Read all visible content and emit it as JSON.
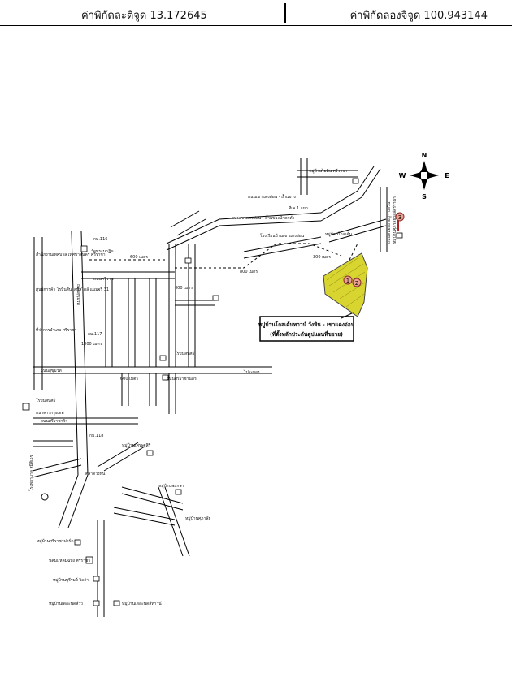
{
  "header": {
    "lat_label": "ค่าพิกัดละติจูด 13.172645",
    "lon_label": "ค่าพิกัดลองจิจูด 100.943144"
  },
  "compass": {
    "n": "N",
    "s": "S",
    "e": "E",
    "w": "W"
  },
  "project_box": {
    "line1": "หมู่บ้านโกลเด้นทาวน์ วังหิน - เขาแดงอ่อน",
    "line2": "(ที่ตั้งหลักประกันดูปแผนที่ขยาย)"
  },
  "markers": {
    "m1": "1",
    "m2": "2",
    "m3": "3"
  },
  "labels": {
    "km116": "กม.116",
    "km117": "กม.117",
    "km118": "กม.118",
    "dist_600_top": "600 เมตร",
    "dist_800_a": "800 เมตร",
    "dist_800_b": "800 เมตร",
    "dist_300": "300 เมตร",
    "dist_1000": "1000 เมตร",
    "dist_600_mid": "600 เมตร",
    "temple": "วัดพระนาฏิน",
    "school_left": "สำนักงานเทศบาล เทศบาลนคร ศรีราชา",
    "center_left": "ศูนย์การค้า โรบินสันไลฟ์สไตล์ แบมจรี 31",
    "district_office": "ที่ว่าการอำเภอ ศรีราชา",
    "robinson": "โรบินสันศรี",
    "bank": "ธนาคารกรุงเทพ",
    "hospital": "โรงพยาบาล สมิติเวช",
    "village_top": "หมู่บ้านไอดิน ศรีราชา",
    "road_top": "ถนนเขาแดงอ่อน - ถ้ำแขวง",
    "road_north": "ถนนเขาแดงอ่อน - ถ้ำแขวงน้ำตกต่ำ",
    "school_mid": "โรงเรียนบ้านเขาแดงอ่อน",
    "village_golden": "หมู่บ้านโกลเด้น",
    "branch": "ทีเค 1 แยก",
    "road_right": "ถนนหนองยายบู่ - บ่อวิน",
    "village_right": "หมู่บ้านศุภาลัยวิลล์ศรีราชา",
    "road_sukhumvit": "ถนนสุขุมวิท",
    "to_rayong": "ไประยอง",
    "thanon_a": "ถนนศรีราชา",
    "thanon_b": "ถนนศรีราชานคร",
    "thanon_c": "ถนนศรีราชาวิว",
    "village_l1": "หมู่บ้านเศรษฐสิริ",
    "village_l2": "หมู่บ้านพฤกษา",
    "village_l3": "หมู่บ้านศุภาลัย",
    "village_l4": "หมู่บ้านศรีราชาปาร์ค",
    "village_l5": "หมู่บ้านบุรีรมย์ วิลล่า",
    "village_l6": "หมู่บ้านเดอะนิดส์วิว",
    "village_l7": "หมู่บ้านเดอะนิดส์ทาวน์",
    "school_low": "นิคมแหลมฉบัง ศรีราชา",
    "market": "ตลาดวังหิน",
    "sukhumvit_v": "ถนนสุขุมวิท"
  },
  "colors": {
    "plot_fill": "#d8d430",
    "marker_fill": "#e8a28f",
    "marker_stroke": "#8a2a2a",
    "road": "#000000"
  },
  "icons": [
    "compass-rose-icon",
    "gas-pump-icon",
    "building-icon",
    "hospital-icon"
  ]
}
